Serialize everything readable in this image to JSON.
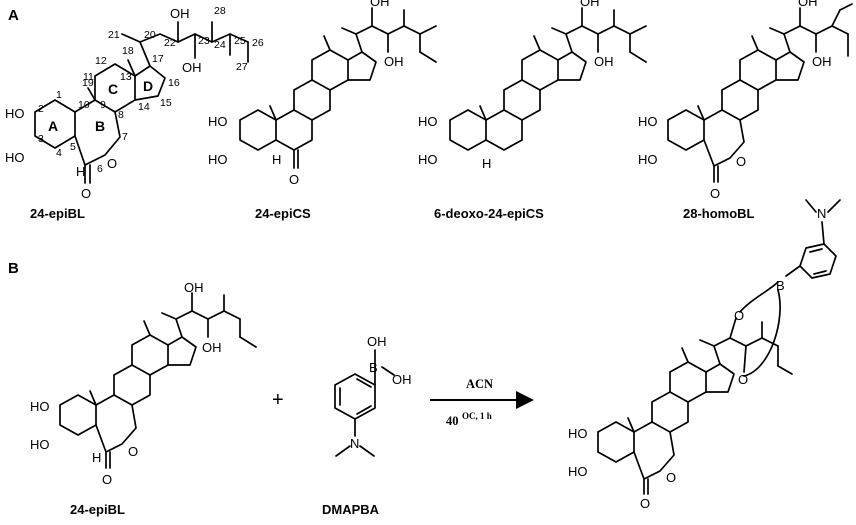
{
  "panels": {
    "a": "A",
    "b": "B"
  },
  "compounds": [
    {
      "name": "24-epiBL"
    },
    {
      "name": "24-epiCS"
    },
    {
      "name": "6-deoxo-24-epiCS"
    },
    {
      "name": "28-homoBL"
    },
    {
      "name": "24-epiBL"
    },
    {
      "name": "DMAPBA"
    }
  ],
  "reaction": {
    "reagent": "ACN",
    "condition_temp": "40",
    "condition_unit": "OC, 1 h",
    "plus": "+"
  },
  "rings": [
    "A",
    "B",
    "C",
    "D"
  ],
  "atom_numbers": [
    "1",
    "2",
    "3",
    "4",
    "5",
    "6",
    "7",
    "8",
    "9",
    "10",
    "11",
    "12",
    "13",
    "14",
    "15",
    "16",
    "17",
    "18",
    "19",
    "20",
    "21",
    "22",
    "23",
    "24",
    "25",
    "26",
    "27",
    "28"
  ],
  "atoms": {
    "ho": "HO",
    "oh": "OH",
    "o": "O",
    "h": "H",
    "n": "N",
    "b": "B"
  }
}
